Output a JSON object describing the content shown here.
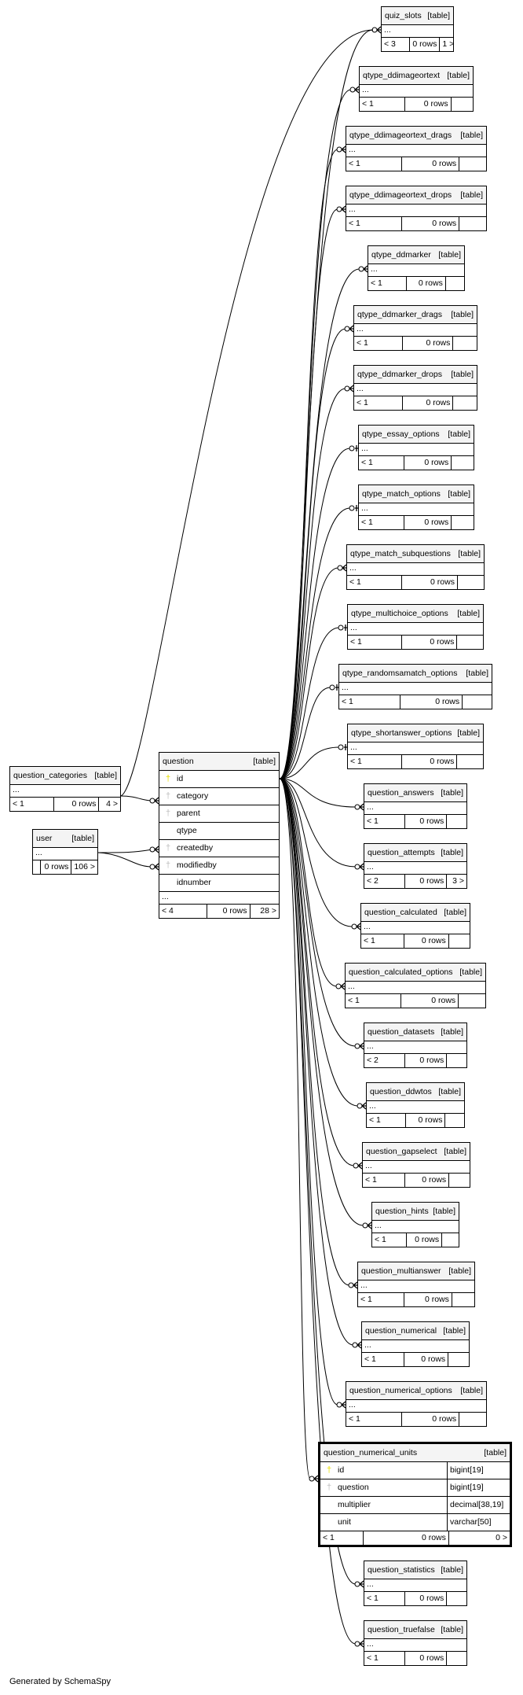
{
  "footer": "Generated by SchemaSpy",
  "table_suffix": "[table]",
  "ellipsis": "...",
  "focus_table": {
    "name": "question_numerical_units",
    "columns": [
      {
        "name": "id",
        "key": "pk",
        "type": "bigint[19]"
      },
      {
        "name": "question",
        "key": "fk",
        "type": "bigint[19]"
      },
      {
        "name": "multiplier",
        "key": "none",
        "type": "decimal[38,19]"
      },
      {
        "name": "unit",
        "key": "none",
        "type": "varchar[50]"
      }
    ],
    "parents": "< 1",
    "rows": "0 rows",
    "children": "0 >"
  },
  "question_table": {
    "name": "question",
    "columns": [
      {
        "name": "id",
        "key": "pk"
      },
      {
        "name": "category",
        "key": "fk"
      },
      {
        "name": "parent",
        "key": "fk"
      },
      {
        "name": "qtype",
        "key": "none"
      },
      {
        "name": "createdby",
        "key": "fk"
      },
      {
        "name": "modifiedby",
        "key": "fk"
      },
      {
        "name": "idnumber",
        "key": "none"
      }
    ],
    "parents": "< 4",
    "rows": "0 rows",
    "children": "28 >"
  },
  "left_tables": [
    {
      "name": "question_categories",
      "parents": "< 1",
      "rows": "0 rows",
      "children": "4 >"
    },
    {
      "name": "user",
      "parents": "",
      "rows": "0 rows",
      "children": "106 >"
    }
  ],
  "child_tables": [
    {
      "name": "quiz_slots",
      "parents": "< 3",
      "rows": "0 rows",
      "children": "1 >"
    },
    {
      "name": "qtype_ddimageortext",
      "parents": "< 1",
      "rows": "0 rows",
      "children": ""
    },
    {
      "name": "qtype_ddimageortext_drags",
      "parents": "< 1",
      "rows": "0 rows",
      "children": ""
    },
    {
      "name": "qtype_ddimageortext_drops",
      "parents": "< 1",
      "rows": "0 rows",
      "children": ""
    },
    {
      "name": "qtype_ddmarker",
      "parents": "< 1",
      "rows": "0 rows",
      "children": ""
    },
    {
      "name": "qtype_ddmarker_drags",
      "parents": "< 1",
      "rows": "0 rows",
      "children": ""
    },
    {
      "name": "qtype_ddmarker_drops",
      "parents": "< 1",
      "rows": "0 rows",
      "children": ""
    },
    {
      "name": "qtype_essay_options",
      "parents": "< 1",
      "rows": "0 rows",
      "children": ""
    },
    {
      "name": "qtype_match_options",
      "parents": "< 1",
      "rows": "0 rows",
      "children": ""
    },
    {
      "name": "qtype_match_subquestions",
      "parents": "< 1",
      "rows": "0 rows",
      "children": ""
    },
    {
      "name": "qtype_multichoice_options",
      "parents": "< 1",
      "rows": "0 rows",
      "children": ""
    },
    {
      "name": "qtype_randomsamatch_options",
      "parents": "< 1",
      "rows": "0 rows",
      "children": ""
    },
    {
      "name": "qtype_shortanswer_options",
      "parents": "< 1",
      "rows": "0 rows",
      "children": ""
    },
    {
      "name": "question_answers",
      "parents": "< 1",
      "rows": "0 rows",
      "children": ""
    },
    {
      "name": "question_attempts",
      "parents": "< 2",
      "rows": "0 rows",
      "children": "3 >"
    },
    {
      "name": "question_calculated",
      "parents": "< 1",
      "rows": "0 rows",
      "children": ""
    },
    {
      "name": "question_calculated_options",
      "parents": "< 1",
      "rows": "0 rows",
      "children": ""
    },
    {
      "name": "question_datasets",
      "parents": "< 2",
      "rows": "0 rows",
      "children": ""
    },
    {
      "name": "question_ddwtos",
      "parents": "< 1",
      "rows": "0 rows",
      "children": ""
    },
    {
      "name": "question_gapselect",
      "parents": "< 1",
      "rows": "0 rows",
      "children": ""
    },
    {
      "name": "question_hints",
      "parents": "< 1",
      "rows": "0 rows",
      "children": ""
    },
    {
      "name": "question_multianswer",
      "parents": "< 1",
      "rows": "0 rows",
      "children": ""
    },
    {
      "name": "question_numerical",
      "parents": "< 1",
      "rows": "0 rows",
      "children": ""
    },
    {
      "name": "question_numerical_options",
      "parents": "< 1",
      "rows": "0 rows",
      "children": ""
    },
    {
      "name": "question_statistics",
      "parents": "< 1",
      "rows": "0 rows",
      "children": ""
    },
    {
      "name": "question_truefalse",
      "parents": "< 1",
      "rows": "0 rows",
      "children": ""
    }
  ]
}
